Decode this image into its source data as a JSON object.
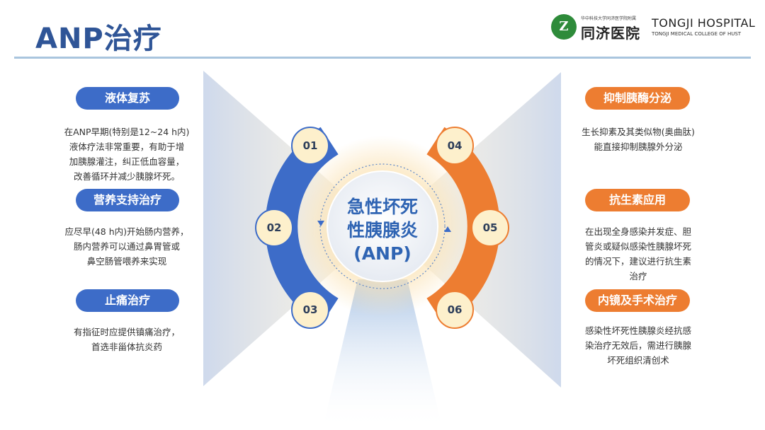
{
  "header": {
    "title": "ANP治疗",
    "logo": {
      "emblem_text": "Z",
      "small_line": "华中科技大学同济医学院附属",
      "cn_name": "同济医院",
      "en_name": "TONGJI HOSPITAL",
      "en_sub": "TONGJI MEDICAL COLLEGE OF HUST"
    }
  },
  "center": {
    "line1": "急性坏死",
    "line2": "性胰腺炎",
    "line3": "(ANP)"
  },
  "badges": [
    "01",
    "02",
    "03",
    "04",
    "05",
    "06"
  ],
  "left_items": [
    {
      "label": "液体复苏",
      "desc": [
        "在ANP早期(特别是12~24 h内)",
        "液体疗法非常重要，有助于增",
        "加胰腺灌注，纠正低血容量，",
        "改善循环并减少胰腺坏死。"
      ]
    },
    {
      "label": "营养支持治疗",
      "desc": [
        "应尽早(48 h内)开始肠内营养，",
        "肠内营养可以通过鼻胃管或",
        "鼻空肠管喂养来实现"
      ]
    },
    {
      "label": "止痛治疗",
      "desc": [
        "有指征时应提供镇痛治疗，",
        "首选非甾体抗炎药"
      ]
    }
  ],
  "right_items": [
    {
      "label": "抑制胰酶分泌",
      "desc": [
        "生长抑素及其类似物(奥曲肽)",
        "能直接抑制胰腺外分泌"
      ]
    },
    {
      "label": "抗生素应用",
      "desc": [
        "在出现全身感染并发症、胆",
        "管炎或疑似感染性胰腺坏死",
        "的情况下，建议进行抗生素",
        "治疗"
      ]
    },
    {
      "label": "内镜及手术治疗",
      "desc": [
        "感染性坏死性胰腺炎经抗感",
        "染治疗无效后，需进行胰腺",
        "坏死组织清创术"
      ]
    }
  ],
  "colors": {
    "blue": "#3d6cc8",
    "orange": "#ed7d31",
    "title": "#2f5597",
    "badge_fill": "#fdf0cc"
  }
}
